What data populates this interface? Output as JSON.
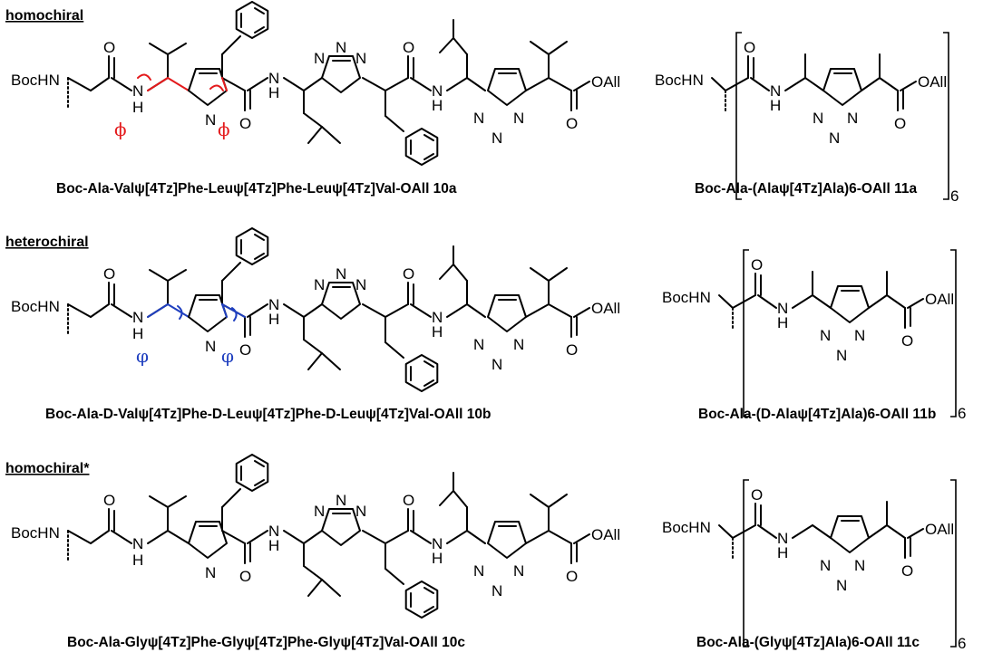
{
  "sections": {
    "s1": "homochiral",
    "s2": "heterochiral",
    "s3": "homochiral*"
  },
  "atoms": {
    "bochn": "BocHN",
    "o": "O",
    "n": "N",
    "h": "H",
    "oall": "OAll",
    "six": "6"
  },
  "torsion": {
    "phi": "ϕ",
    "phi_var": "φ"
  },
  "captions": {
    "c10a": "Boc-Ala-Valψ[4Tz]Phe-Leuψ[4Tz]Phe-Leuψ[4Tz]Val-OAll 10a",
    "c11a": "Boc-Ala-(Alaψ[4Tz]Ala)6-OAll 11a",
    "c10b": "Boc-Ala-D-Valψ[4Tz]Phe-D-Leuψ[4Tz]Phe-D-Leuψ[4Tz]Val-OAll 10b",
    "c11b": "Boc-Ala-(D-Alaψ[4Tz]Ala)6-OAll 11b",
    "c10c": "Boc-Ala-Glyψ[4Tz]Phe-Glyψ[4Tz]Phe-Glyψ[4Tz]Val-OAll 10c",
    "c11c": "Boc-Ala-(Glyψ[4Tz]Ala)6-OAll 11c"
  }
}
